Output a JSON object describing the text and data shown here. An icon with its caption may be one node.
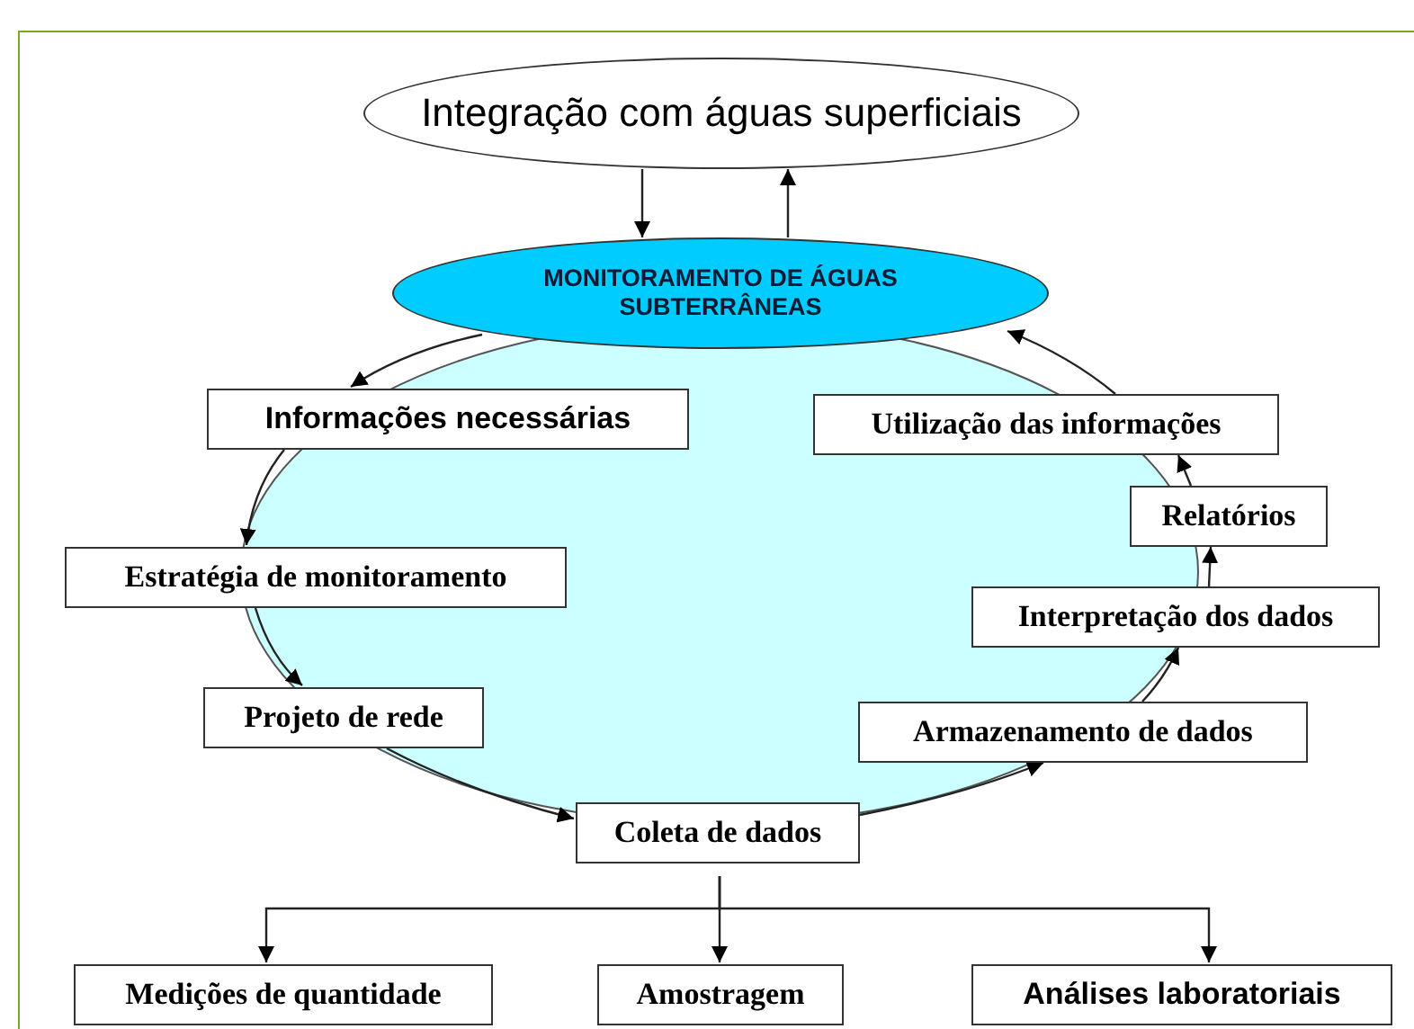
{
  "diagram": {
    "nodes": [
      {
        "text": [
          "Integração com águas superficiais"
        ]
      },
      {
        "text": [
          "MONITORAMENTO DE ÁGUAS SUBTERRÂNEAS"
        ]
      },
      {
        "text": [
          "Informações necessárias"
        ]
      },
      {
        "text": [
          "Estratégia de monitoramento"
        ]
      },
      {
        "text": [
          "Projeto de rede"
        ]
      },
      {
        "text": [
          "Coleta de dados"
        ]
      },
      {
        "text": [
          "Armazenamento de dados"
        ]
      },
      {
        "text": [
          "Interpretação dos dados"
        ]
      },
      {
        "text": [
          "Relatórios"
        ]
      },
      {
        "text": [
          "Utilização das informações"
        ]
      },
      {
        "text": [
          "Medições de quantidade"
        ]
      },
      {
        "text": [
          "Amostragem"
        ]
      },
      {
        "text": [
          "Análises laboratoriais"
        ]
      }
    ],
    "edges": [
      {
        "from": 0,
        "to": 1,
        "arrow": "to"
      },
      {
        "from": 1,
        "to": 0,
        "arrow": "to"
      },
      {
        "from": 1,
        "to": 2,
        "arrow": "to"
      },
      {
        "from": 2,
        "to": 3,
        "arrow": "to"
      },
      {
        "from": 3,
        "to": 4,
        "arrow": "to"
      },
      {
        "from": 4,
        "to": 5,
        "arrow": "to"
      },
      {
        "from": 5,
        "to": 6,
        "arrow": "to"
      },
      {
        "from": 6,
        "to": 7,
        "arrow": "to"
      },
      {
        "from": 7,
        "to": 8,
        "arrow": "to"
      },
      {
        "from": 8,
        "to": 9,
        "arrow": "to"
      },
      {
        "from": 9,
        "to": 1,
        "arrow": "to"
      },
      {
        "from": 5,
        "to": 10,
        "arrow": "to"
      },
      {
        "from": 5,
        "to": 11,
        "arrow": "to"
      },
      {
        "from": 5,
        "to": 12,
        "arrow": "to"
      }
    ]
  }
}
